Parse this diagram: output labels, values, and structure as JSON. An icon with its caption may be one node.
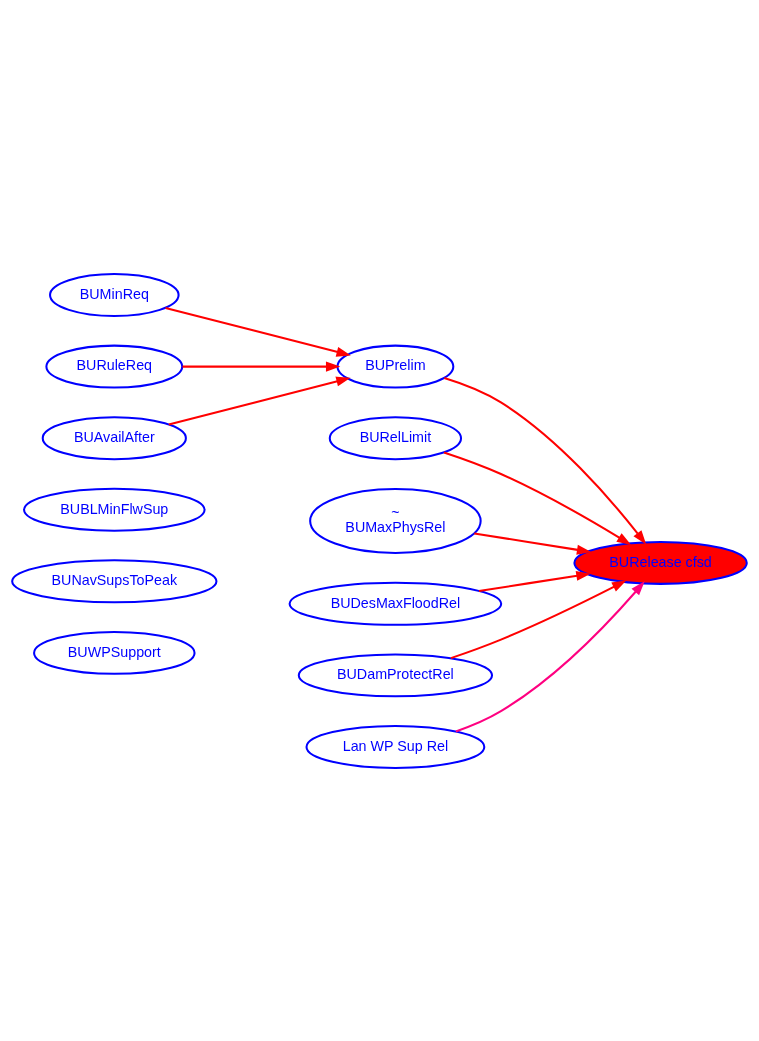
{
  "diagram": {
    "nodes": [
      {
        "text": [
          "BUWPSupport"
        ]
      },
      {
        "text": [
          "BUNavSupsToPeak"
        ]
      },
      {
        "text": [
          "BUBLMinFlwSup"
        ]
      },
      {
        "text": [
          "BUMinReq"
        ]
      },
      {
        "text": [
          "BURelLimit"
        ]
      },
      {
        "text": [
          "BUPrelim"
        ]
      },
      {
        "text": [
          "BURuleReq"
        ]
      },
      {
        "text": [
          "BURelease cfsd"
        ]
      },
      {
        "text": [
          "BUAvailAfter"
        ]
      },
      {
        "text": [
          "~",
          "BUMaxPhysRel"
        ]
      },
      {
        "text": [
          "BUDesMaxFloodRel"
        ]
      },
      {
        "text": [
          "BUDamProtectRel"
        ]
      },
      {
        "text": [
          "Lan WP Sup Rel"
        ]
      }
    ],
    "edges": [
      {
        "from": 3,
        "to": 5,
        "arrow": "to"
      },
      {
        "from": 6,
        "to": 5,
        "arrow": "to"
      },
      {
        "from": 8,
        "to": 5,
        "arrow": "to"
      },
      {
        "from": 4,
        "to": 7,
        "arrow": "to"
      },
      {
        "from": 5,
        "to": 7,
        "arrow": "to"
      },
      {
        "from": 10,
        "to": 7,
        "arrow": "to"
      },
      {
        "from": 11,
        "to": 7,
        "arrow": "to"
      },
      {
        "from": 9,
        "to": 7,
        "arrow": "to"
      },
      {
        "from": 12,
        "to": 7,
        "arrow": "to",
        "color": "#ff0080"
      }
    ]
  }
}
